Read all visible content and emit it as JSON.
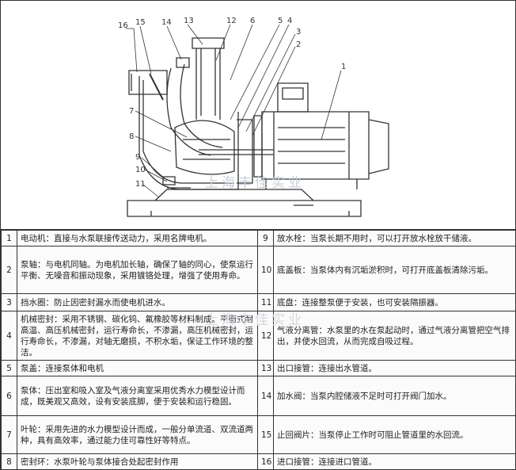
{
  "drawing": {
    "callouts": [
      "16",
      "15",
      "14",
      "13",
      "12",
      "6",
      "5",
      "4",
      "3",
      "2",
      "1",
      "7",
      "8",
      "9",
      "10",
      "11"
    ],
    "watermark": "上海丰佳实业"
  },
  "parts_table": {
    "rows": [
      {
        "left_num": "1",
        "left_text": "电动机：直接与水泵联接传送动力，采用名牌电机。",
        "right_num": "9",
        "right_text": "放水栓：当泵长期不用时，可以打开放水栓放干储液。"
      },
      {
        "left_num": "2",
        "left_text": "泵轴：与电机同轴。为电机加长轴，确保了轴的同心，使泵运行平衡、无噪音和振动现象，采用镀铬处理，增强了使用寿命。",
        "right_num": "10",
        "right_text": "底盖板：当泵体内有沉垢淤积时，可打开底盖板清除污垢。"
      },
      {
        "left_num": "3",
        "left_text": "挡水圈：防止因密封漏水而使电机进水。",
        "right_num": "11",
        "right_text": "底盘：连接整泵便于安装，也可安装隔振器。"
      },
      {
        "left_num": "4",
        "left_text": "机械密封：采用不锈钢、碳化钨、氟橡胶等材料制成。平衡式耐高温、高压机械密封，运行寿命长，不渗漏，高压机械密封，运行寿命长，不渗漏，对轴无磨损，不积水垢，保证工作环境的整洁。",
        "right_num": "12",
        "right_text": "气液分离管：水泵里的水在泵起动时，通过气液分离管把空气排出，并使水回流，从而完成自吸过程。"
      },
      {
        "left_num": "5",
        "left_text": "泵盖：连接泵体和电机",
        "right_num": "13",
        "right_text": "出口接管：连接出水管道。"
      },
      {
        "left_num": "6",
        "left_text": "泵体：压出室和吸入室及气液分离室采用优秀水力模型设计而成，既美观又高效，设有安装底脚，便于安装和运行稳固。",
        "right_num": "14",
        "right_text": "加水阀：当泵内腔储液不足时可打开阀门加水。"
      },
      {
        "left_num": "7",
        "left_text": "叶轮：采用先进的水力模型设计而成，一般分单流道、双流道两种，具有高效率，通过能力佳可靠性好等特点。",
        "right_num": "15",
        "right_text": "止回阀片：当泵停止工作时可阻止管道里的水回流。"
      },
      {
        "left_num": "8",
        "left_text": "密封环：水泵叶轮与泵体接合处起密封作用",
        "right_num": "16",
        "right_text": "进口接管：连接进口管道。"
      }
    ]
  }
}
